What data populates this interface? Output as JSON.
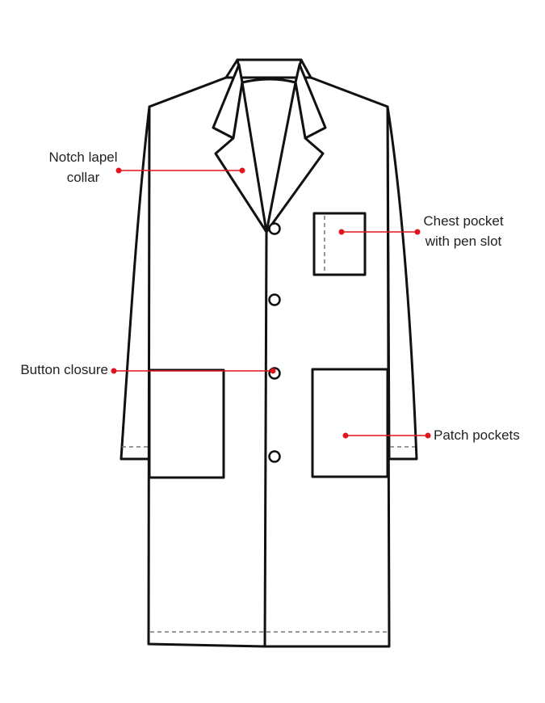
{
  "colors": {
    "outline": "#111111",
    "callout": "#e0141e",
    "text": "#222222",
    "background": "#ffffff"
  },
  "callouts": [
    {
      "id": "notch-lapel",
      "lines": [
        "Notch lapel",
        "collar"
      ]
    },
    {
      "id": "chest-pocket",
      "lines": [
        "Chest pocket",
        "with pen slot"
      ]
    },
    {
      "id": "button-closure",
      "lines": [
        "Button closure"
      ]
    },
    {
      "id": "patch-pockets",
      "lines": [
        "Patch pockets"
      ]
    }
  ]
}
